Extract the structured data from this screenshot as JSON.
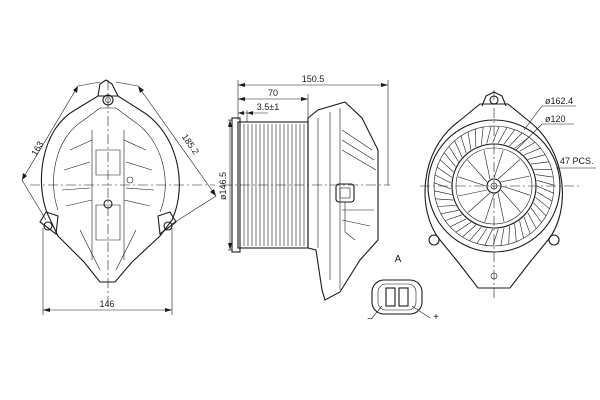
{
  "dimensions": {
    "front_height_left": "163",
    "front_height_right": "185.2",
    "front_width": "146",
    "side_total": "150.5",
    "side_wheel_width": "70",
    "side_small": "3.5±1",
    "side_diameter": "ø146.5",
    "rear_outer_diameter": "ø162.4",
    "rear_inner_diameter": "ø120",
    "blade_count": "47 PCS."
  },
  "detail": {
    "label": "A",
    "minus": "−",
    "plus": "+"
  }
}
